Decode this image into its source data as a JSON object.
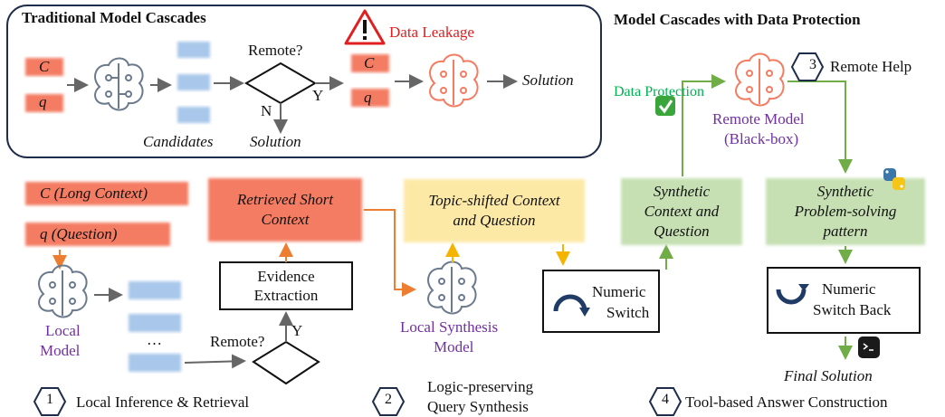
{
  "trad": {
    "title": "Traditional Model Cascades",
    "in_c": "C",
    "in_q": "q",
    "candidates": "Candidates",
    "remote_q": "Remote?",
    "yes": "Y",
    "no": "N",
    "solution_n": "Solution",
    "out_c": "C",
    "out_q": "q",
    "solution_y": "Solution",
    "leak": "Data Leakage"
  },
  "prot": {
    "title": "Model Cascades with Data Protection",
    "data_protection": "Data Protection",
    "remote_help": "Remote Help",
    "remote_model_1": "Remote Model",
    "remote_model_2": "(Black-box)"
  },
  "step1": {
    "long_context": "C (Long Context)",
    "question": "q (Question)",
    "local_model_1": "Local",
    "local_model_2": "Model",
    "ellipsis": "…",
    "remote_q": "Remote?",
    "yes": "Y",
    "evidence_1": "Evidence",
    "evidence_2": "Extraction",
    "retrieved_1": "Retrieved Short",
    "retrieved_2": "Context",
    "label": "Local Inference & Retrieval"
  },
  "step2": {
    "topic_1": "Topic-shifted Context",
    "topic_2": "and Question",
    "model_1": "Local Synthesis",
    "model_2": "Model",
    "label_1": "Logic-preserving",
    "label_2": "Query Synthesis",
    "switch_1": "Numeric",
    "switch_2": "Switch"
  },
  "step3": {
    "synth_1": "Synthetic",
    "synth_2": "Context and",
    "synth_3": "Question"
  },
  "step4": {
    "pattern_1": "Synthetic",
    "pattern_2": "Problem-solving",
    "pattern_3": "pattern",
    "switch_back_1": "Numeric",
    "switch_back_2": "Switch Back",
    "final": "Final Solution",
    "label": "Tool-based Answer Construction"
  },
  "steps": [
    "1",
    "2",
    "3",
    "4"
  ],
  "colors": {
    "salmon": "#f47c62",
    "blue_blur": "#a9c7ea",
    "yellow": "#fde9a6",
    "green_box": "#c6e0b4",
    "green_line": "#70ad47",
    "orange_line": "#ed7d31",
    "yellow_line": "#f4b400",
    "purple": "#7030a0",
    "red": "#e02020",
    "green_text": "#00b050"
  }
}
